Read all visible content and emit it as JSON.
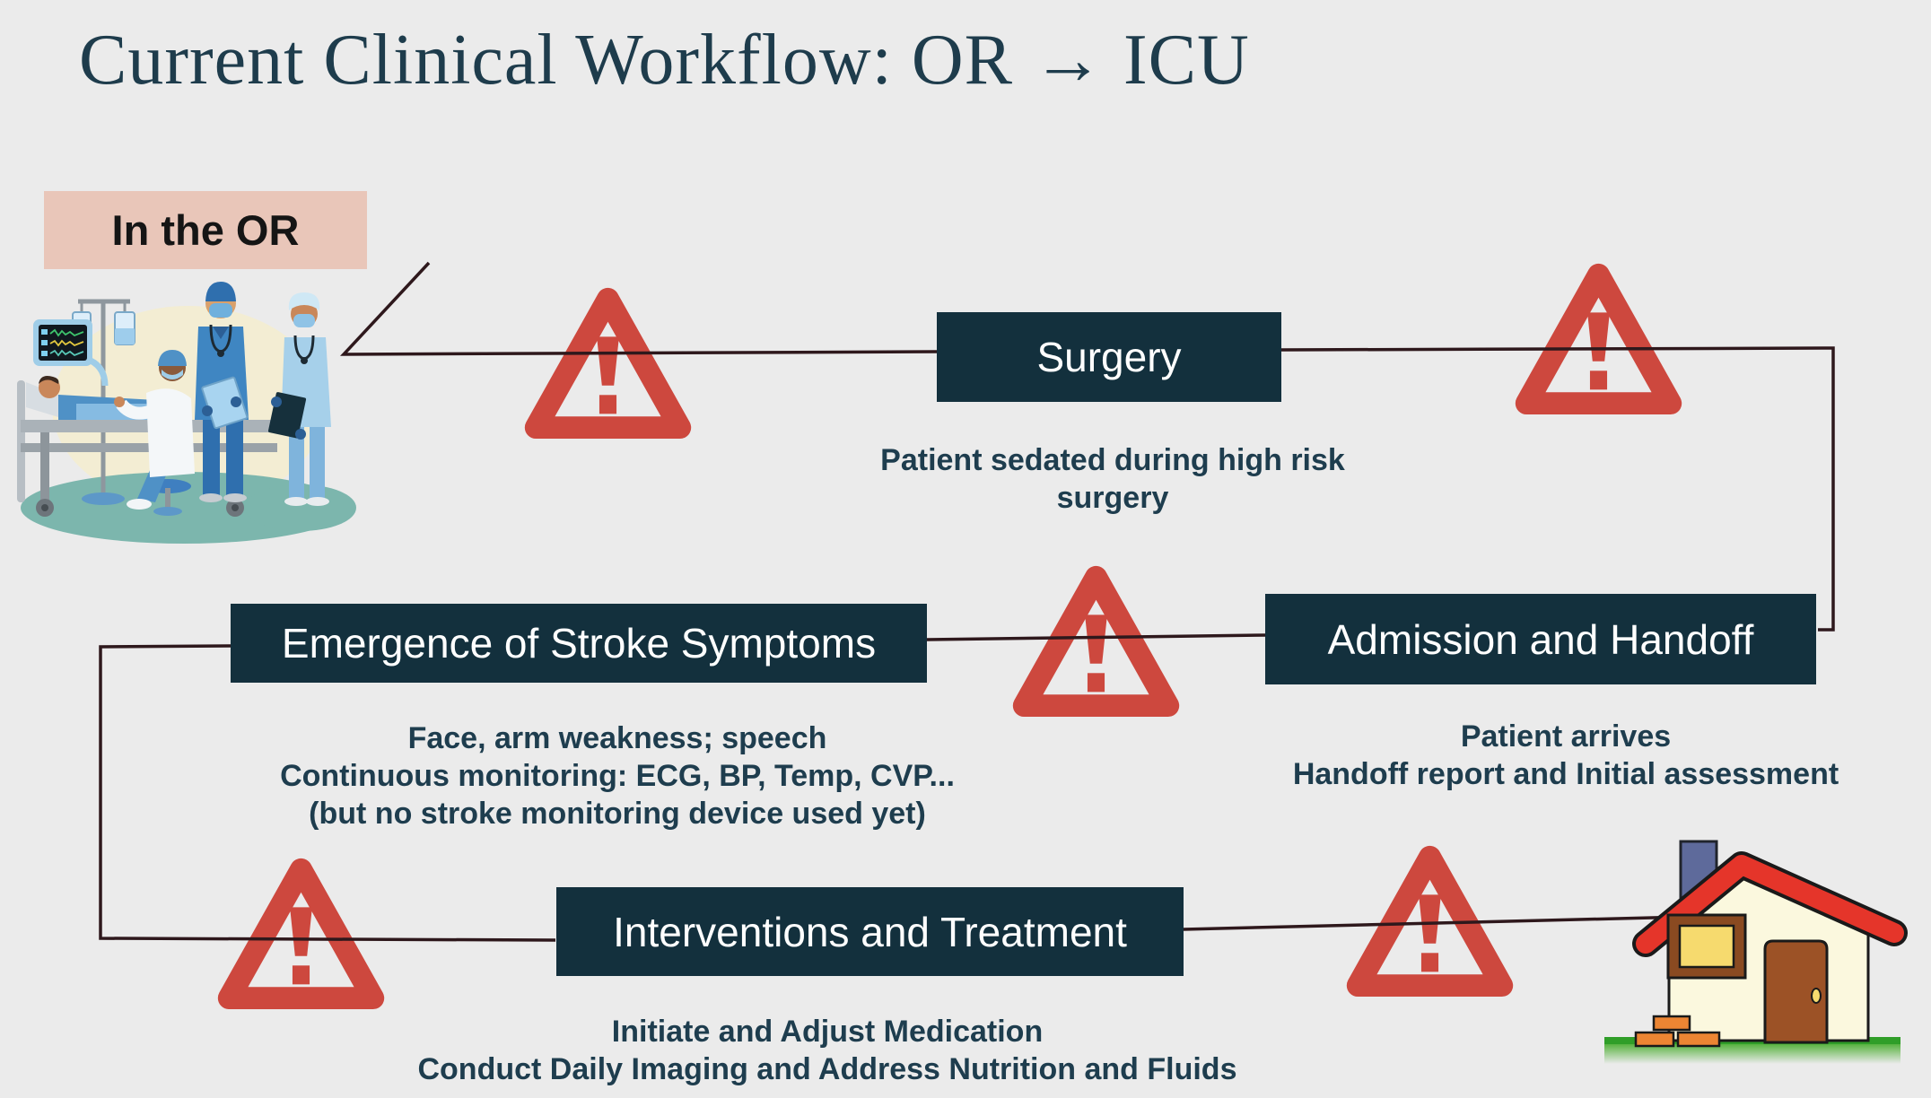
{
  "slide": {
    "title": "Current Clinical Workflow: OR → ICU",
    "background": "#ebebeb"
  },
  "or_section": {
    "label": "In the OR",
    "label_bg": "#e9c6b9",
    "illustration": "operating-room-scene"
  },
  "workflow": {
    "steps": [
      {
        "id": "surgery",
        "label": "Surgery",
        "caption": "Patient sedated during high risk\nsurgery"
      },
      {
        "id": "emergence",
        "label": "Emergence of Stroke Symptoms",
        "caption": "Face, arm weakness; speech\nContinuous monitoring: ECG, BP, Temp, CVP...\n(but no stroke monitoring device used yet)"
      },
      {
        "id": "admission",
        "label": "Admission and Handoff",
        "caption": "Patient arrives\nHandoff report and Initial assessment"
      },
      {
        "id": "interventions",
        "label": "Interventions and Treatment",
        "caption": "Initiate and Adjust Medication\nConduct Daily Imaging and Address Nutrition and Fluids"
      }
    ],
    "icons": {
      "warning": "warning-triangle-icon",
      "destination": "house-icon"
    },
    "colors": {
      "node_bg": "#13303d",
      "node_text": "#ffffff",
      "warning_red": "#cd483e",
      "connector": "#2e181c",
      "caption_text": "#1e3d4e",
      "or_label_bg": "#e9c6b9"
    }
  }
}
